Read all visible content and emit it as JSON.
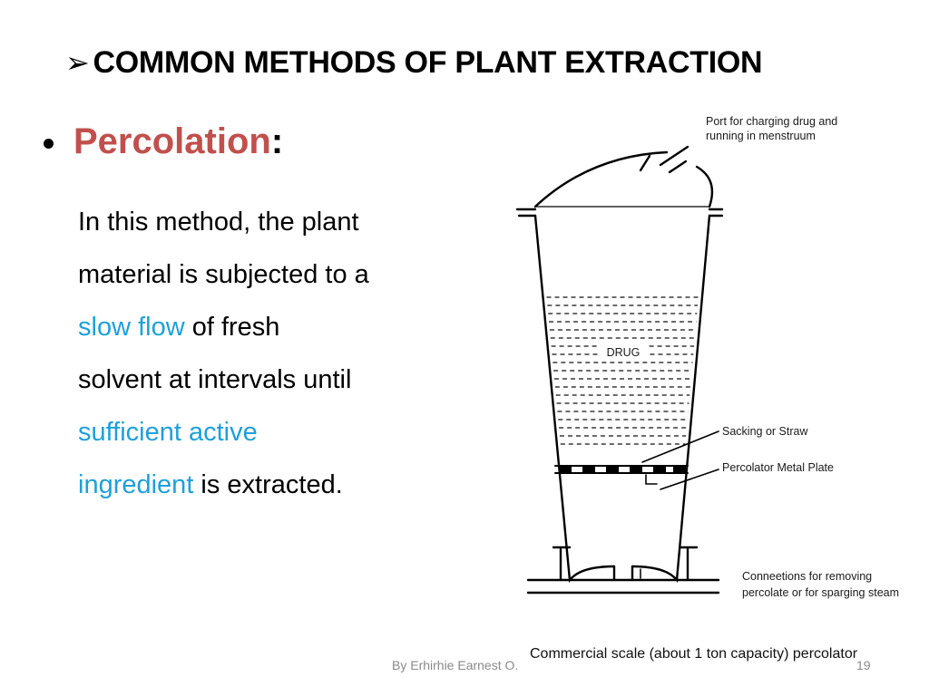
{
  "slide": {
    "title": "COMMON METHODS OF PLANT EXTRACTION",
    "title_marker": "➢",
    "bullet": {
      "heading": "Percolation",
      "heading_colon": ":",
      "heading_color": "#c0504d",
      "colon_color": "#000000"
    },
    "body_lines": [
      [
        {
          "text": "In this method, the plant",
          "highlight": false
        }
      ],
      [
        {
          "text": "material is subjected to a",
          "highlight": false
        }
      ],
      [
        {
          "text": "slow flow",
          "highlight": true
        },
        {
          "text": " of fresh",
          "highlight": false
        }
      ],
      [
        {
          "text": "solvent at intervals until",
          "highlight": false
        }
      ],
      [
        {
          "text": "sufficient active",
          "highlight": true
        }
      ],
      [
        {
          "text": "ingredient",
          "highlight": true
        },
        {
          "text": " is extracted.",
          "highlight": false
        }
      ]
    ],
    "highlight_color": "#1ea0d9",
    "text_color": "#000000",
    "footer": {
      "author": "By Erhirhie Earnest O.",
      "page_number": "19"
    }
  },
  "diagram": {
    "labels": {
      "port_line1": "Port for charging drug and",
      "port_line2": "running in menstruum",
      "drug": "DRUG",
      "sacking": "Sacking or Straw",
      "plate": "Percolator Metal Plate",
      "connections_line1": "Conneetions for removing",
      "connections_line2": "percolate or for sparging steam",
      "caption": "Commercial scale (about 1 ton capacity) percolator"
    }
  }
}
